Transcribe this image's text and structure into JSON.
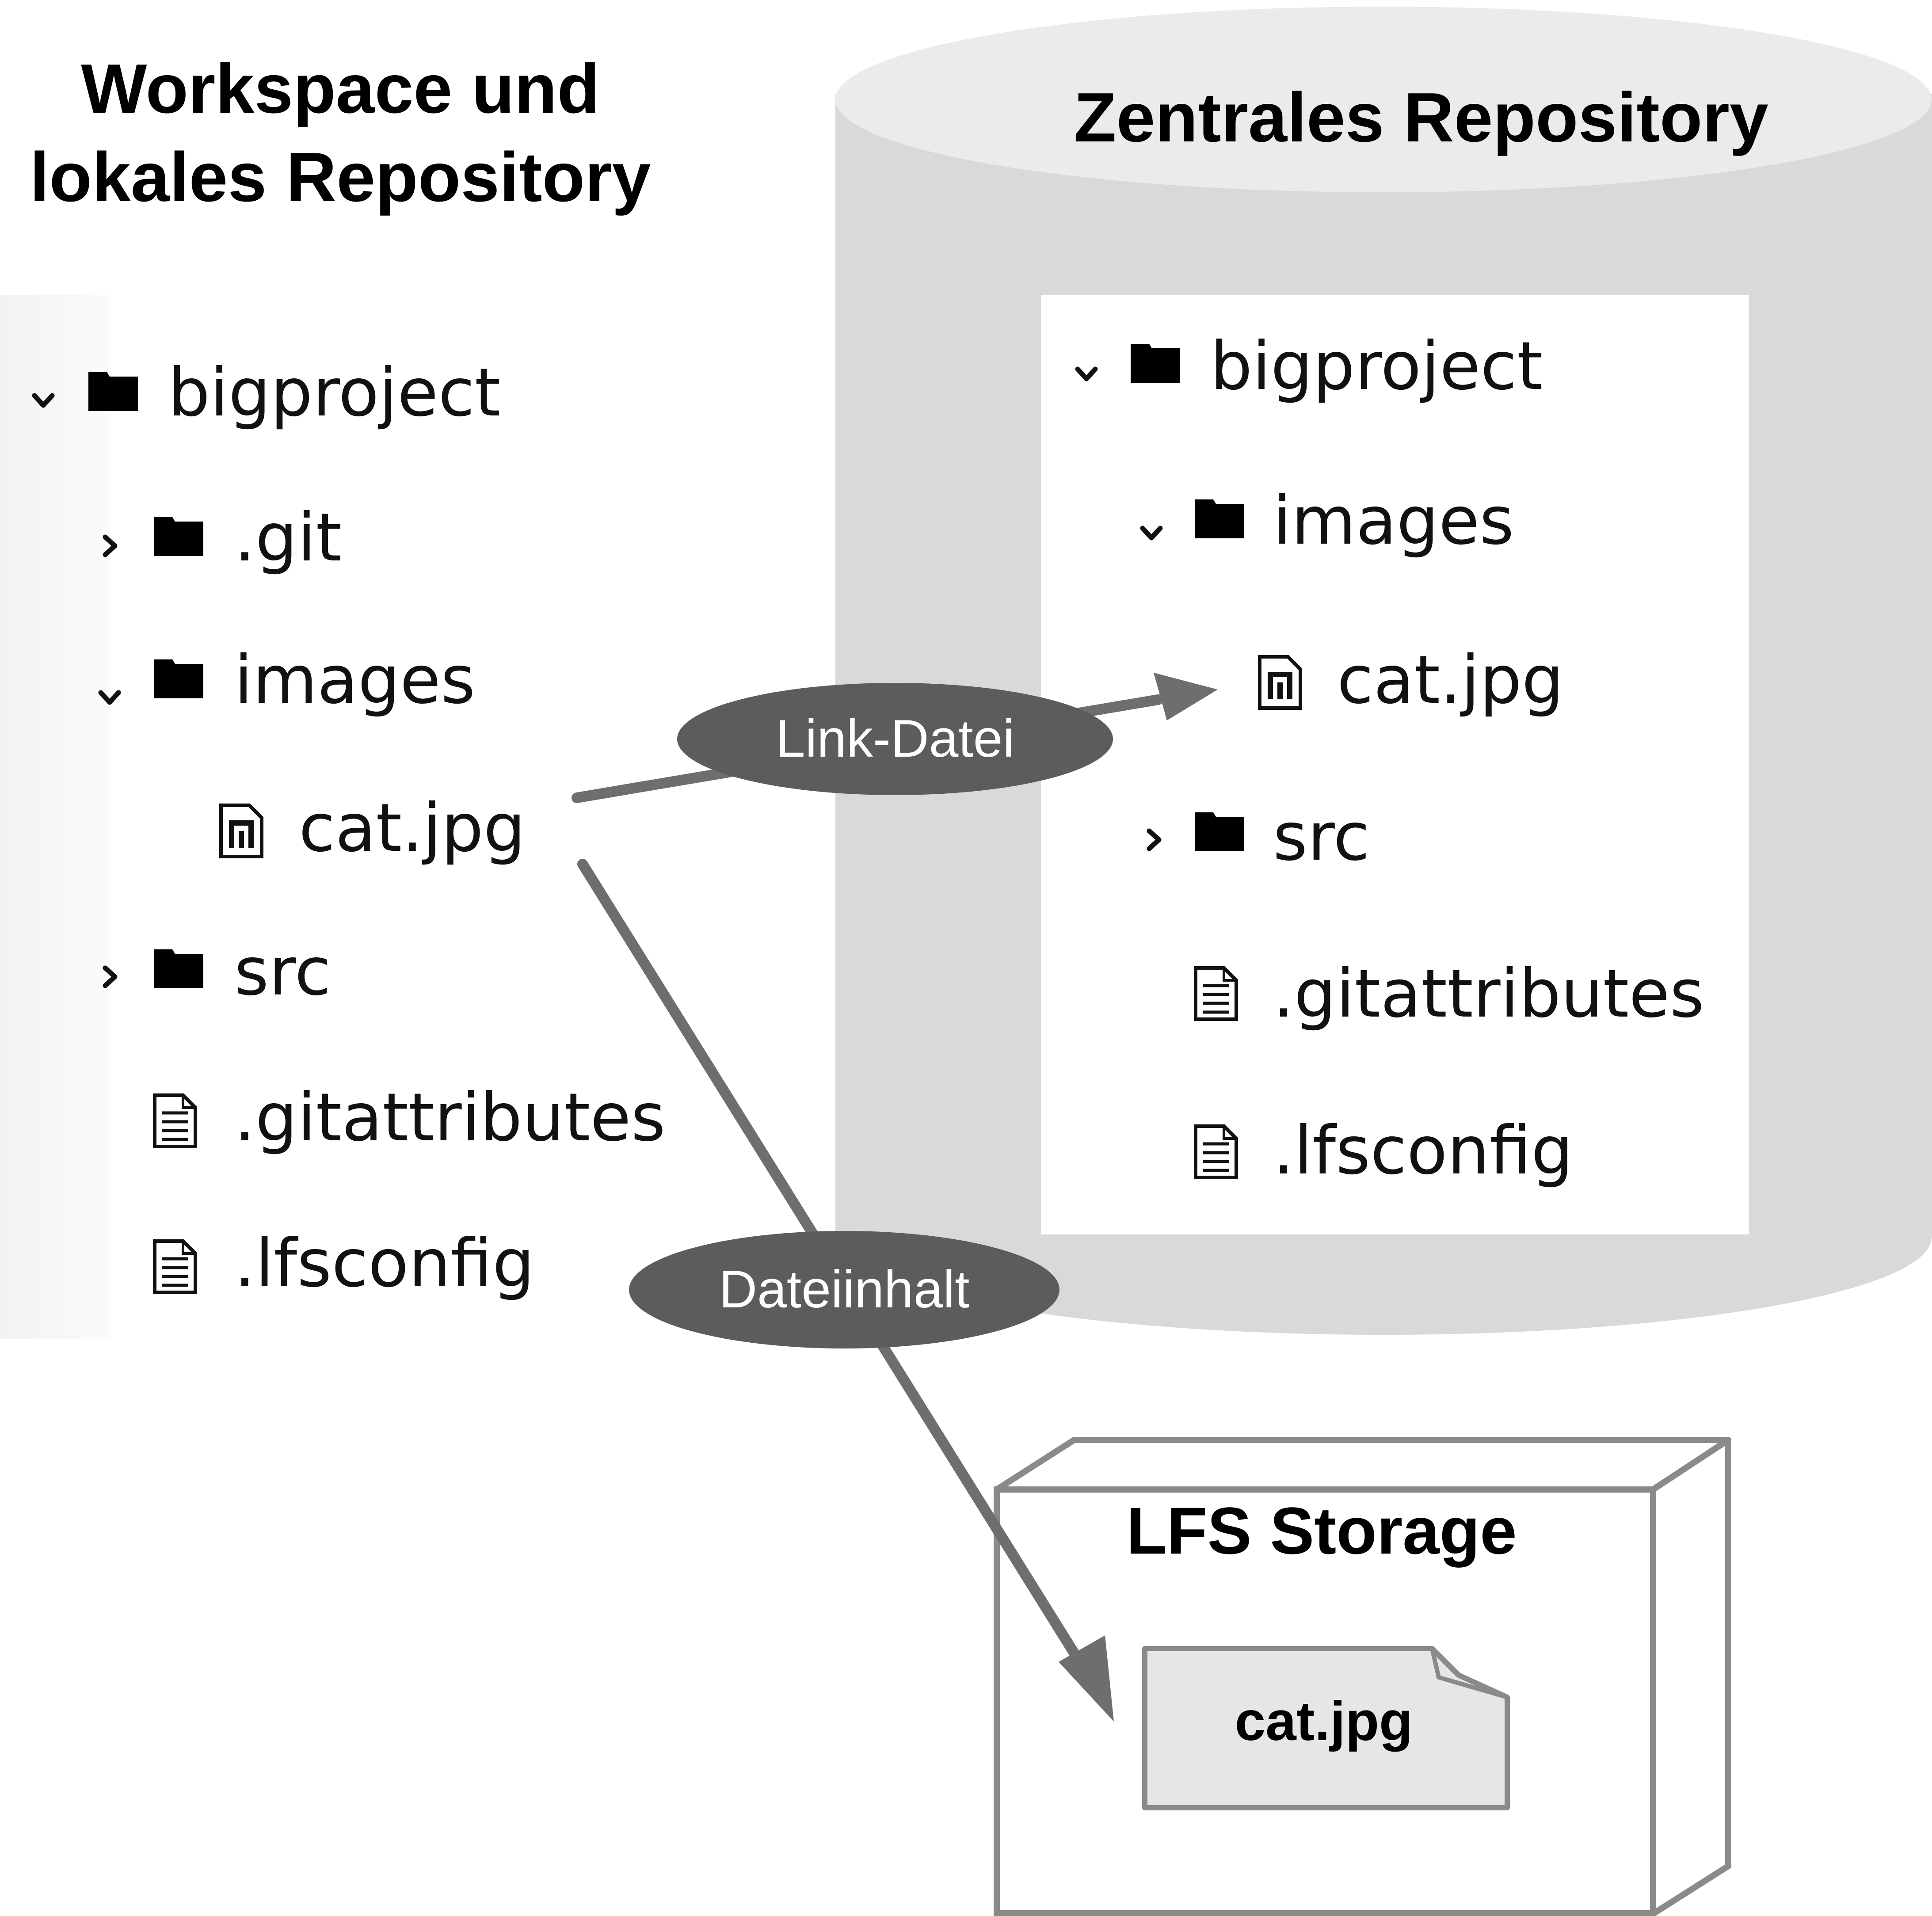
{
  "workspace": {
    "title_line1": "Workspace und",
    "title_line2": "lokales Repository",
    "tree": [
      {
        "label": "bigproject",
        "icon": "folder-icon",
        "chevron": "chevron-down-icon"
      },
      {
        "label": ".git",
        "icon": "folder-icon",
        "chevron": "chevron-right-icon"
      },
      {
        "label": "images",
        "icon": "folder-icon",
        "chevron": "chevron-down-icon"
      },
      {
        "label": "cat.jpg",
        "icon": "lfs-link-file-icon",
        "chevron": ""
      },
      {
        "label": "src",
        "icon": "folder-icon",
        "chevron": "chevron-right-icon"
      },
      {
        "label": ".gitattributes",
        "icon": "text-file-icon",
        "chevron": ""
      },
      {
        "label": ".lfsconfig",
        "icon": "text-file-icon",
        "chevron": ""
      }
    ]
  },
  "central": {
    "title": "Zentrales Repository",
    "tree": [
      {
        "label": "bigproject",
        "icon": "folder-icon",
        "chevron": "chevron-down-icon"
      },
      {
        "label": "images",
        "icon": "folder-icon",
        "chevron": "chevron-down-icon"
      },
      {
        "label": "cat.jpg",
        "icon": "lfs-link-file-icon",
        "chevron": ""
      },
      {
        "label": "src",
        "icon": "folder-icon",
        "chevron": "chevron-right-icon"
      },
      {
        "label": ".gitattributes",
        "icon": "text-file-icon",
        "chevron": ""
      },
      {
        "label": ".lfsconfig",
        "icon": "text-file-icon",
        "chevron": ""
      }
    ]
  },
  "storage": {
    "title": "LFS Storage",
    "file_label": "cat.jpg"
  },
  "edges": {
    "link_label": "Link-Datei",
    "content_label": "Dateiinhalt"
  },
  "colors": {
    "cylinder_body": "#d9d9d9",
    "cylinder_top": "#ebebeb",
    "arrow": "#6e6e6e",
    "label_bubble": "#5c5c5c",
    "node_stroke": "#8a8a8a",
    "file_fill": "#e6e6e6"
  }
}
